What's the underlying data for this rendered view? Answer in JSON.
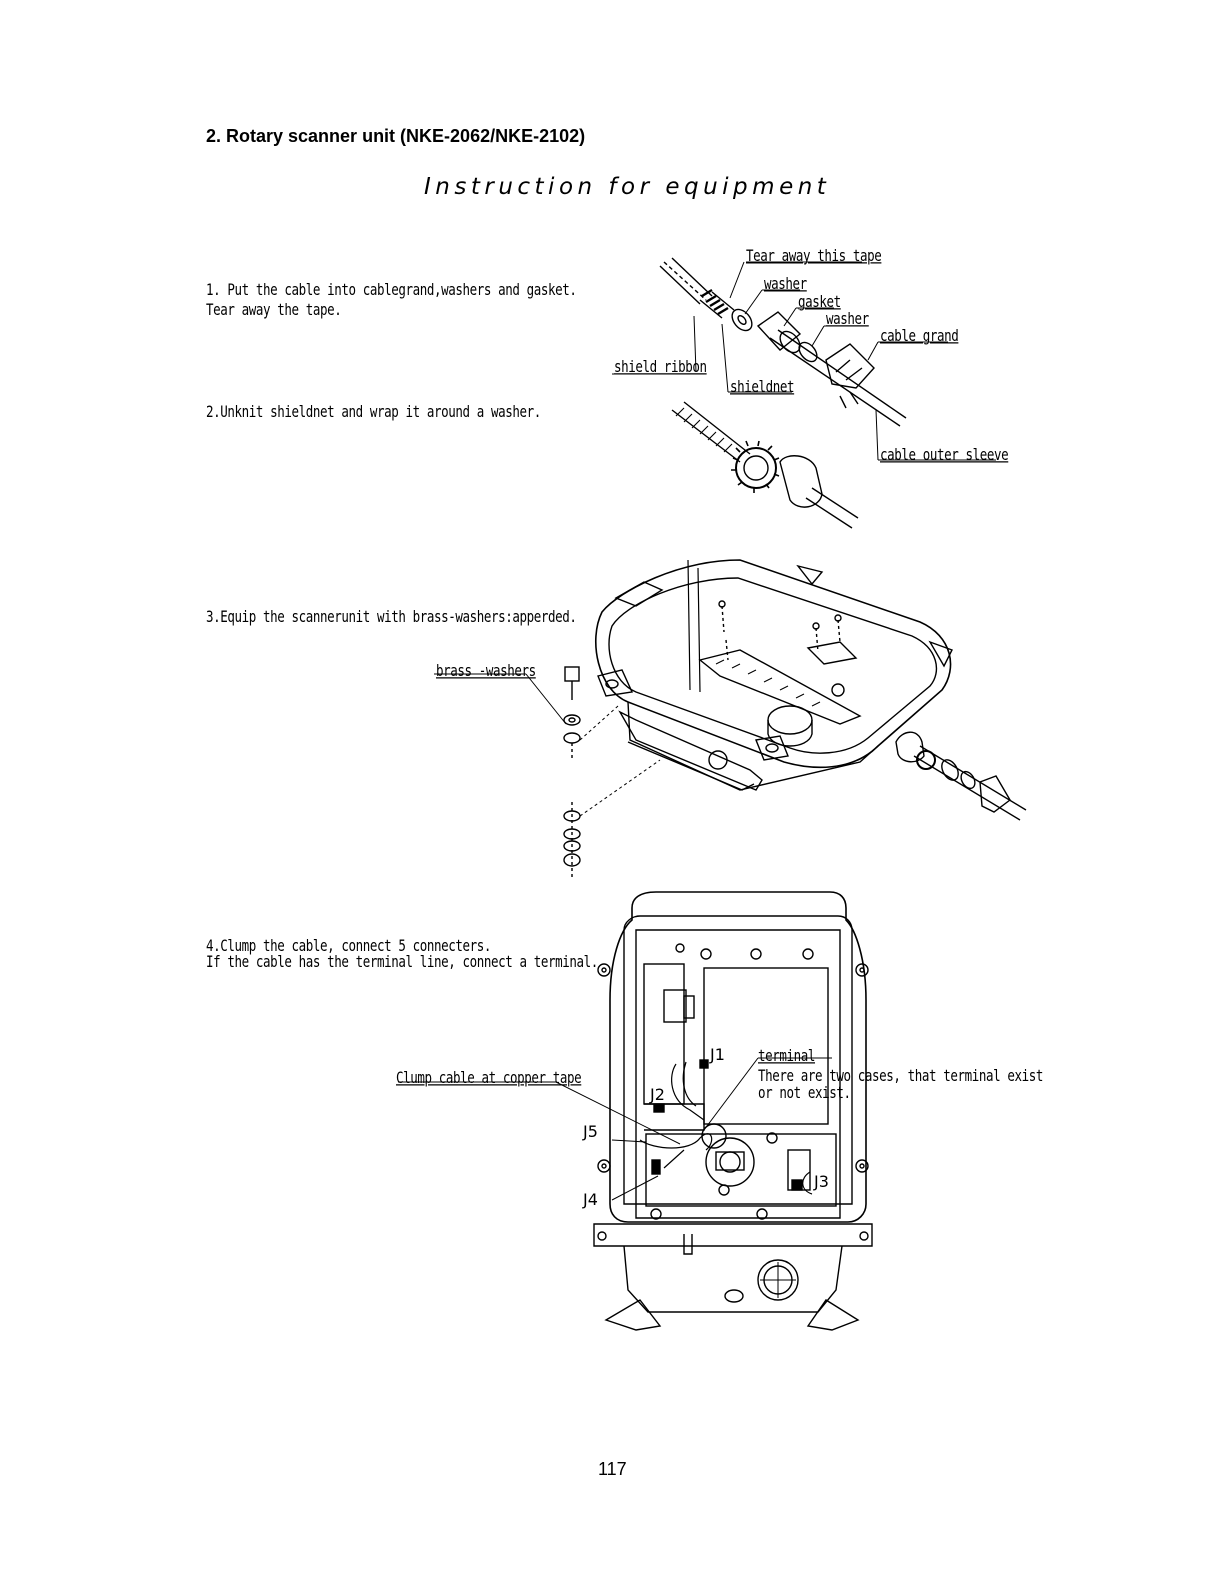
{
  "section_heading": "2.  Rotary scanner unit (NKE-2062/NKE-2102)",
  "subtitle": "Instruction for equipment",
  "steps": [
    {
      "line1": "1. Put the cable into cablegrand,washers and gasket.",
      "line2": "  Tear away the tape."
    },
    {
      "line1": "2.Unknit shieldnet and wrap it around a washer."
    },
    {
      "line1": "3.Equip the scannerunit with brass-washers:apperded."
    },
    {
      "line1": "4.Clump the cable, connect 5 connecters.",
      "line2": "  If the cable has the terminal line, connect a terminal."
    }
  ],
  "labels": {
    "tear_tape": "Tear away this tape",
    "washer_1": "washer",
    "gasket": "gasket",
    "washer_2": "washer",
    "cable_grand": "cable grand",
    "shield_ribbon": "shield ribbon",
    "shieldnet": "shieldnet",
    "cable_outer_sleeve": "cable outer sleeve",
    "brass_washers": "brass -washers",
    "clump_cable": "Clump cable at copper tape",
    "terminal": "terminal",
    "terminal_note_1": "There are two cases, that terminal exist",
    "terminal_note_2": "or not exist."
  },
  "connectors": {
    "j1": "J1",
    "j2": "J2",
    "j3": "J3",
    "j4": "J4",
    "j5": "J5"
  },
  "page_number": "117"
}
